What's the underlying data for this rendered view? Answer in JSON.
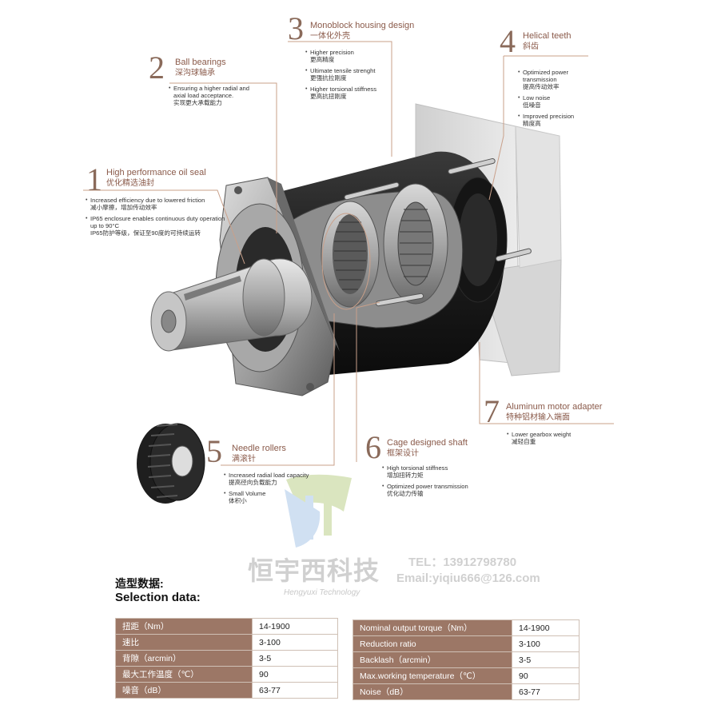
{
  "callouts": [
    {
      "num": "1",
      "title": "High performance oil seal",
      "title_cn": "优化精选油封",
      "items": [
        {
          "en": "Increased efficiency due to lowered friction",
          "cn": "减小摩擦，增加传动效率"
        },
        {
          "en": "IP65 enclosure enables continuous duty operation up to 90°C",
          "cn": "IP65防护等级，保证至90度的可持续运转"
        }
      ]
    },
    {
      "num": "2",
      "title": "Ball bearings",
      "title_cn": "深沟球轴承",
      "items": [
        {
          "en": "Ensuring a higher radial and axial load acceptance.",
          "cn": "实现更大承载能力"
        }
      ]
    },
    {
      "num": "3",
      "title": "Monoblock housing design",
      "title_cn": "一体化外壳",
      "items": [
        {
          "en": "Higher precision",
          "cn": "更高精度"
        },
        {
          "en": "Ultimate tensile strenght",
          "cn": "更强抗拉刚度"
        },
        {
          "en": "Higher torsional  stiffness",
          "cn": "更高抗扭刚度"
        }
      ]
    },
    {
      "num": "4",
      "title": "Helical teeth",
      "title_cn": "斜齿",
      "items": [
        {
          "en": "Optimized power transmission",
          "cn": "提高传动效率"
        },
        {
          "en": "Low noise",
          "cn": "低噪音"
        },
        {
          "en": "Improved precision",
          "cn": "精度高"
        }
      ]
    },
    {
      "num": "5",
      "title": "Needle rollers",
      "title_cn": "满滚针",
      "items": [
        {
          "en": "Increased radial load capacity",
          "cn": "提高径向负载能力"
        },
        {
          "en": "Small Volume",
          "cn": "体积小"
        }
      ]
    },
    {
      "num": "6",
      "title": "Cage designed shaft",
      "title_cn": "框架设计",
      "items": [
        {
          "en": "High torsional stiffness",
          "cn": "增加扭转力矩"
        },
        {
          "en": "Optimized power transmission",
          "cn": "优化动力传输"
        }
      ]
    },
    {
      "num": "7",
      "title": "Aluminum motor adapter",
      "title_cn": "特种铝材输入端面",
      "items": [
        {
          "en": "Lower gearbox weight",
          "cn": "减轻自重"
        }
      ]
    }
  ],
  "watermark": {
    "company_cn": "恒宇西科技",
    "company_en": "Hengyuxi Technology",
    "tel": "TEL：13912798780",
    "email": "Email:yiqiu666@126.com"
  },
  "selection": {
    "title_cn": "造型数据:",
    "title_en": "Selection data:",
    "cn_rows": [
      {
        "label": "扭距（Nm）",
        "value": "14-1900"
      },
      {
        "label": "速比",
        "value": "3-100"
      },
      {
        "label": "背隙（arcmin）",
        "value": "3-5"
      },
      {
        "label": "最大工作温度（℃）",
        "value": "90"
      },
      {
        "label": "噪音（dB）",
        "value": "63-77"
      }
    ],
    "en_rows": [
      {
        "label": "Nominal output torque（Nm）",
        "value": "14-1900"
      },
      {
        "label": "Reduction ratio",
        "value": "3-100"
      },
      {
        "label": "Backlash（arcmin）",
        "value": "3-5"
      },
      {
        "label": "Max.working temperature（℃）",
        "value": "90"
      },
      {
        "label": "Noise（dB）",
        "value": "63-77"
      }
    ]
  },
  "colors": {
    "accent": "#9c7766",
    "leader": "#c9a08a",
    "title": "#8a5a4a"
  }
}
